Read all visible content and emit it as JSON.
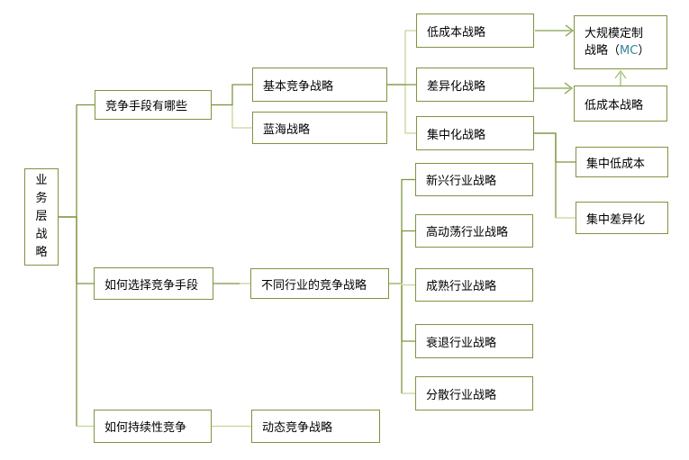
{
  "colors": {
    "box_border": "#7E9440",
    "connector_dark": "#7E9440",
    "connector_light": "#C3D69B",
    "arrow": "#85A04A",
    "arrow_light": "#9FC173",
    "mc_text": "#31859C",
    "background": "#FFFFFF",
    "text": "#000000"
  },
  "diagram": {
    "root": "业务层战略",
    "branches": {
      "methods": "竞争手段有哪些",
      "choose": "如何选择竞争手段",
      "sustain": "如何持续性竞争",
      "basic": "基本竞争战略",
      "blue_ocean": "蓝海战略",
      "industries": "不同行业的竞争战略",
      "dynamic": "动态竞争战略",
      "low_cost": "低成本战略",
      "differentiation": "差异化战略",
      "focus": "集中化战略",
      "emerging": "新兴行业战略",
      "turbulent": "高动荡行业战略",
      "mature": "成熟行业战略",
      "declining": "衰退行业战略",
      "fragmented": "分散行业战略",
      "mass_customization": {
        "line1": "大规模定制",
        "line2_prefix": "战略（",
        "line2_mc": "MC",
        "line2_suffix": "）"
      },
      "low_cost2": "低成本战略",
      "focused_low_cost": "集中低成本",
      "focused_differentiation": "集中差异化"
    }
  }
}
